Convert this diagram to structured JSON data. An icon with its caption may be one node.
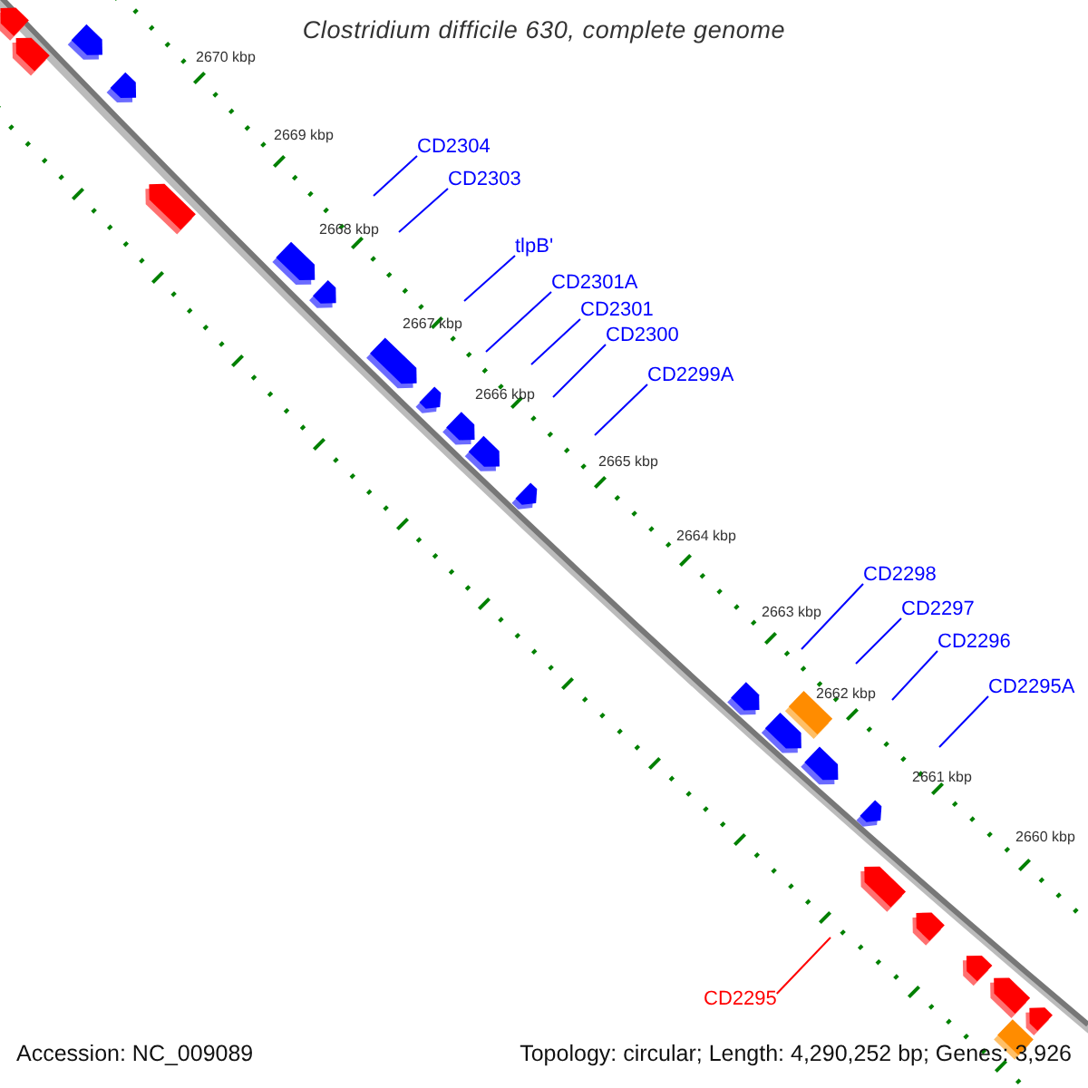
{
  "diagram": {
    "title": "Clostridium difficile 630, complete genome",
    "nodes": [
      {
        "text": [
          "CD2304"
        ]
      },
      {
        "text": [
          "CD2303"
        ]
      },
      {
        "text": [
          "tlpB'"
        ]
      },
      {
        "text": [
          "CD2301A"
        ]
      },
      {
        "text": [
          "CD2301"
        ]
      },
      {
        "text": [
          "CD2300"
        ]
      },
      {
        "text": [
          "CD2299A"
        ]
      },
      {
        "text": [
          "CD2298"
        ]
      },
      {
        "text": [
          "CD2297"
        ]
      },
      {
        "text": [
          "CD2296"
        ]
      },
      {
        "text": [
          "CD2295A"
        ]
      },
      {
        "text": [
          "CD2295"
        ]
      }
    ],
    "edges": [
      {
        "from": 0,
        "to": null,
        "arrow": "none"
      },
      {
        "from": 1,
        "to": null,
        "arrow": "none"
      },
      {
        "from": 2,
        "to": null,
        "arrow": "none"
      },
      {
        "from": 3,
        "to": null,
        "arrow": "none"
      },
      {
        "from": 4,
        "to": null,
        "arrow": "none"
      },
      {
        "from": 5,
        "to": null,
        "arrow": "none"
      },
      {
        "from": 6,
        "to": null,
        "arrow": "none"
      },
      {
        "from": 7,
        "to": null,
        "arrow": "none"
      },
      {
        "from": 8,
        "to": null,
        "arrow": "none"
      },
      {
        "from": 9,
        "to": null,
        "arrow": "none"
      },
      {
        "from": 10,
        "to": null,
        "arrow": "none"
      },
      {
        "from": 11,
        "to": null,
        "arrow": "none",
        "color": "#ff0000"
      }
    ],
    "labels": [
      "2670 kbp",
      "2669 kbp",
      "2668 kbp",
      "2667 kbp",
      "2666 kbp",
      "2665 kbp",
      "2664 kbp",
      "2663 kbp",
      "2662 kbp",
      "2661 kbp",
      "2660 kbp",
      "Accession: NC_009089",
      "Topology: circular; Length: 4,290,252 bp; Genes: 3,926"
    ]
  }
}
